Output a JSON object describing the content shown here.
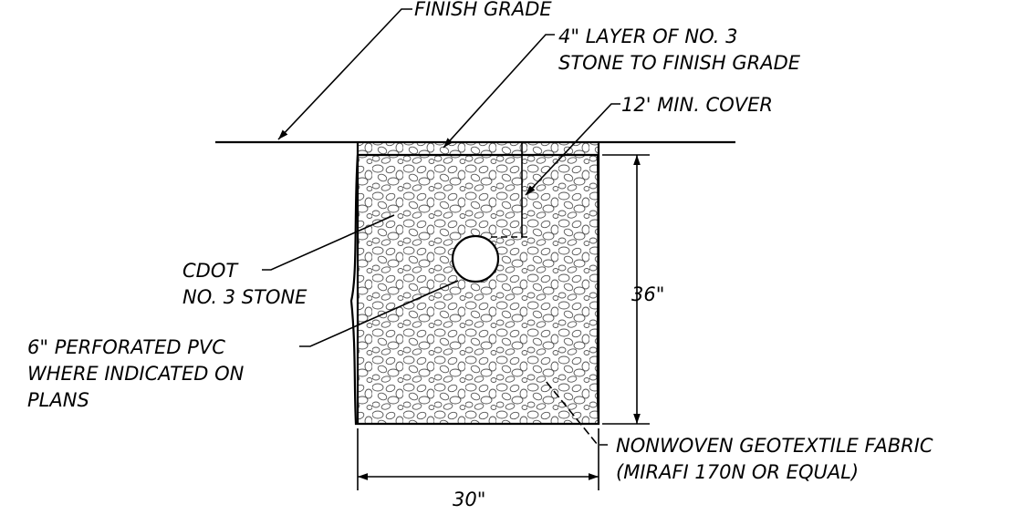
{
  "labels": {
    "finish_grade": "FINISH GRADE",
    "stone_layer_line1": "4\" LAYER OF NO. 3",
    "stone_layer_line2": "STONE TO FINISH GRADE",
    "min_cover": "12' MIN. COVER",
    "cdot_line1": "CDOT",
    "cdot_line2": "NO. 3 STONE",
    "pvc_line1": "6\" PERFORATED PVC",
    "pvc_line2": "WHERE INDICATED ON",
    "pvc_line3": "PLANS",
    "geotextile_line1": "NONWOVEN GEOTEXTILE FABRIC",
    "geotextile_line2": "(MIRAFI 170N OR EQUAL)",
    "dim_height": "36\"",
    "dim_width": "30\""
  },
  "colors": {
    "ink": "#000000",
    "background": "#ffffff",
    "gravel": "#555555"
  }
}
